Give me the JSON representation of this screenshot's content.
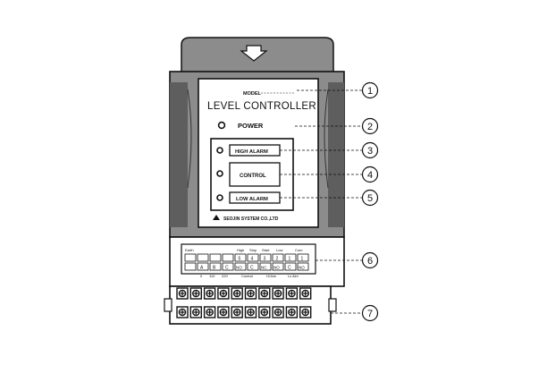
{
  "panel": {
    "model_label": "MODEL",
    "title": "LEVEL CONTROLLER",
    "power_label": "POWER",
    "high_alarm_label": "HIGH ALARM",
    "control_label": "CONTROL",
    "low_alarm_label": "LOW ALARM",
    "maker": "SEOJIN SYSTEM CO.,LTD"
  },
  "terminal_block": {
    "top_labels": [
      "Earth",
      "High",
      "Stop",
      "Start",
      "Low",
      "Com"
    ],
    "upper_row": [
      "",
      "",
      "",
      "",
      "5",
      "4",
      "3",
      "2",
      "1",
      "1"
    ],
    "lower_row": [
      "",
      "A",
      "B",
      "C",
      "NO",
      "C",
      "NC",
      "NO",
      "C",
      "NO"
    ],
    "voltage_labels": [
      "0",
      "110",
      "220"
    ],
    "group_labels": [
      "Control",
      "Hi Alm",
      "Lo Alm"
    ]
  },
  "callouts": [
    "1",
    "2",
    "3",
    "4",
    "5",
    "6",
    "7"
  ],
  "colors": {
    "ink": "#111111",
    "body": "#8c8c8c",
    "side": "#6e6e6e",
    "paper": "#ffffff"
  }
}
